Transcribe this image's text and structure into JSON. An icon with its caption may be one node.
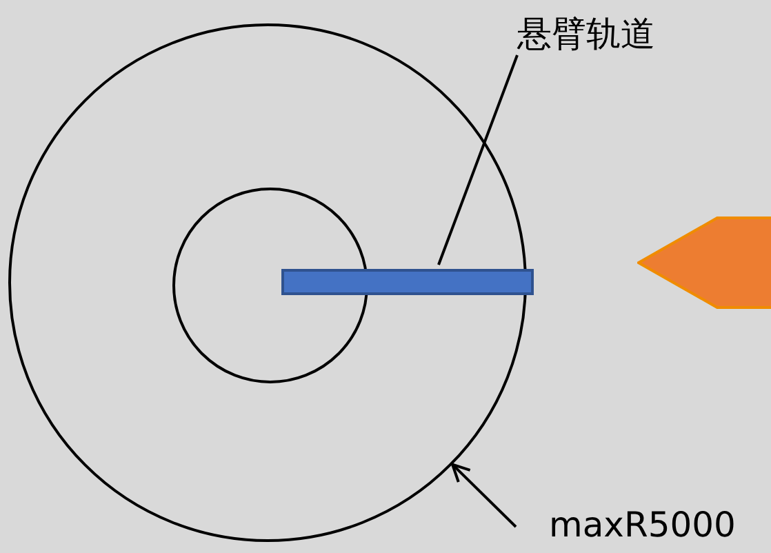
{
  "diagram": {
    "nodes": [
      {
        "text": [],
        "shape": "circle"
      },
      {
        "text": [],
        "shape": "circle",
        "in": 0
      },
      {
        "text": [],
        "shape": "bar",
        "in": 0
      },
      {
        "text": [
          "悬臂轨道"
        ]
      },
      {
        "text": [
          "maxR5000"
        ]
      },
      {
        "text": [],
        "shape": "arrow"
      }
    ],
    "edges": [
      {
        "from": 3,
        "to": 2,
        "arrow": "none"
      },
      {
        "from": 4,
        "to": 0,
        "arrow": "to"
      }
    ]
  }
}
